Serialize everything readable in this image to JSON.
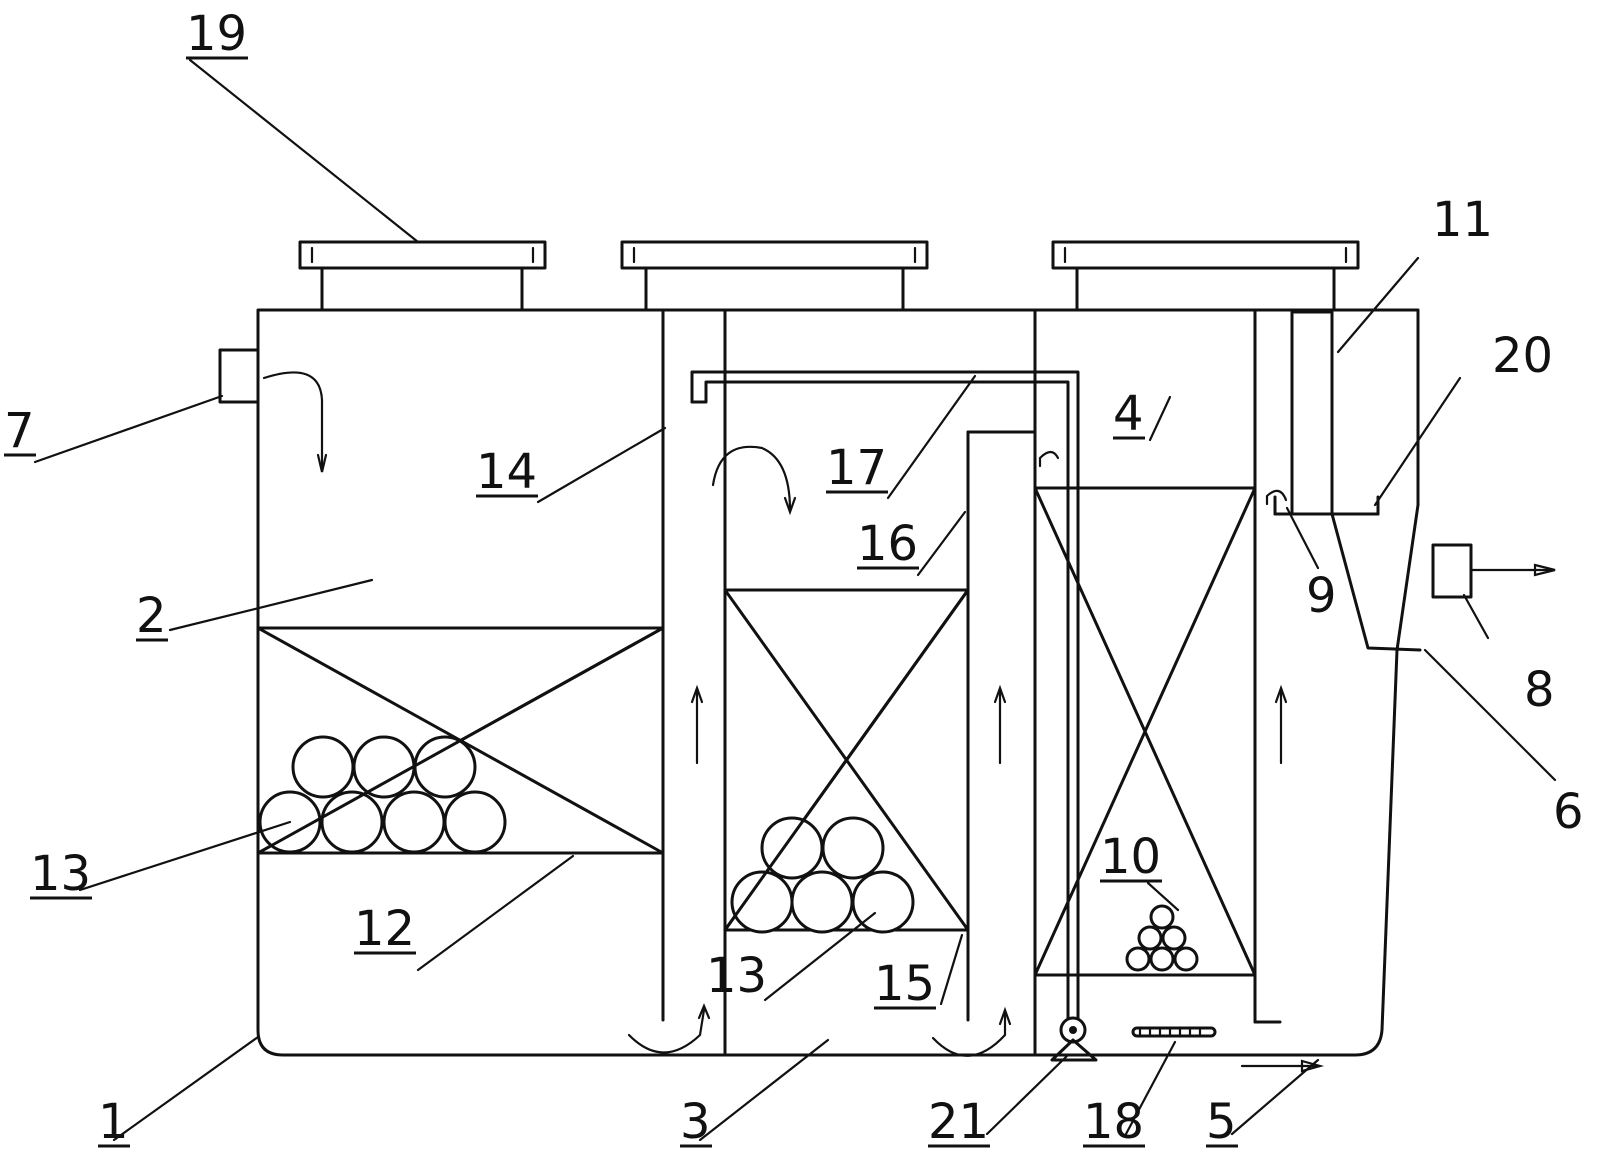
{
  "labels": {
    "l1": "1",
    "l2": "2",
    "l3": "3",
    "l4": "4",
    "l5": "5",
    "l6": "6",
    "l7": "7",
    "l8": "8",
    "l9": "9",
    "l10": "10",
    "l11": "11",
    "l12": "12",
    "l13a": "13",
    "l13b": "13",
    "l14": "14",
    "l15": "15",
    "l16": "16",
    "l17": "17",
    "l18": "18",
    "l19": "19",
    "l20": "20",
    "l21": "21"
  }
}
